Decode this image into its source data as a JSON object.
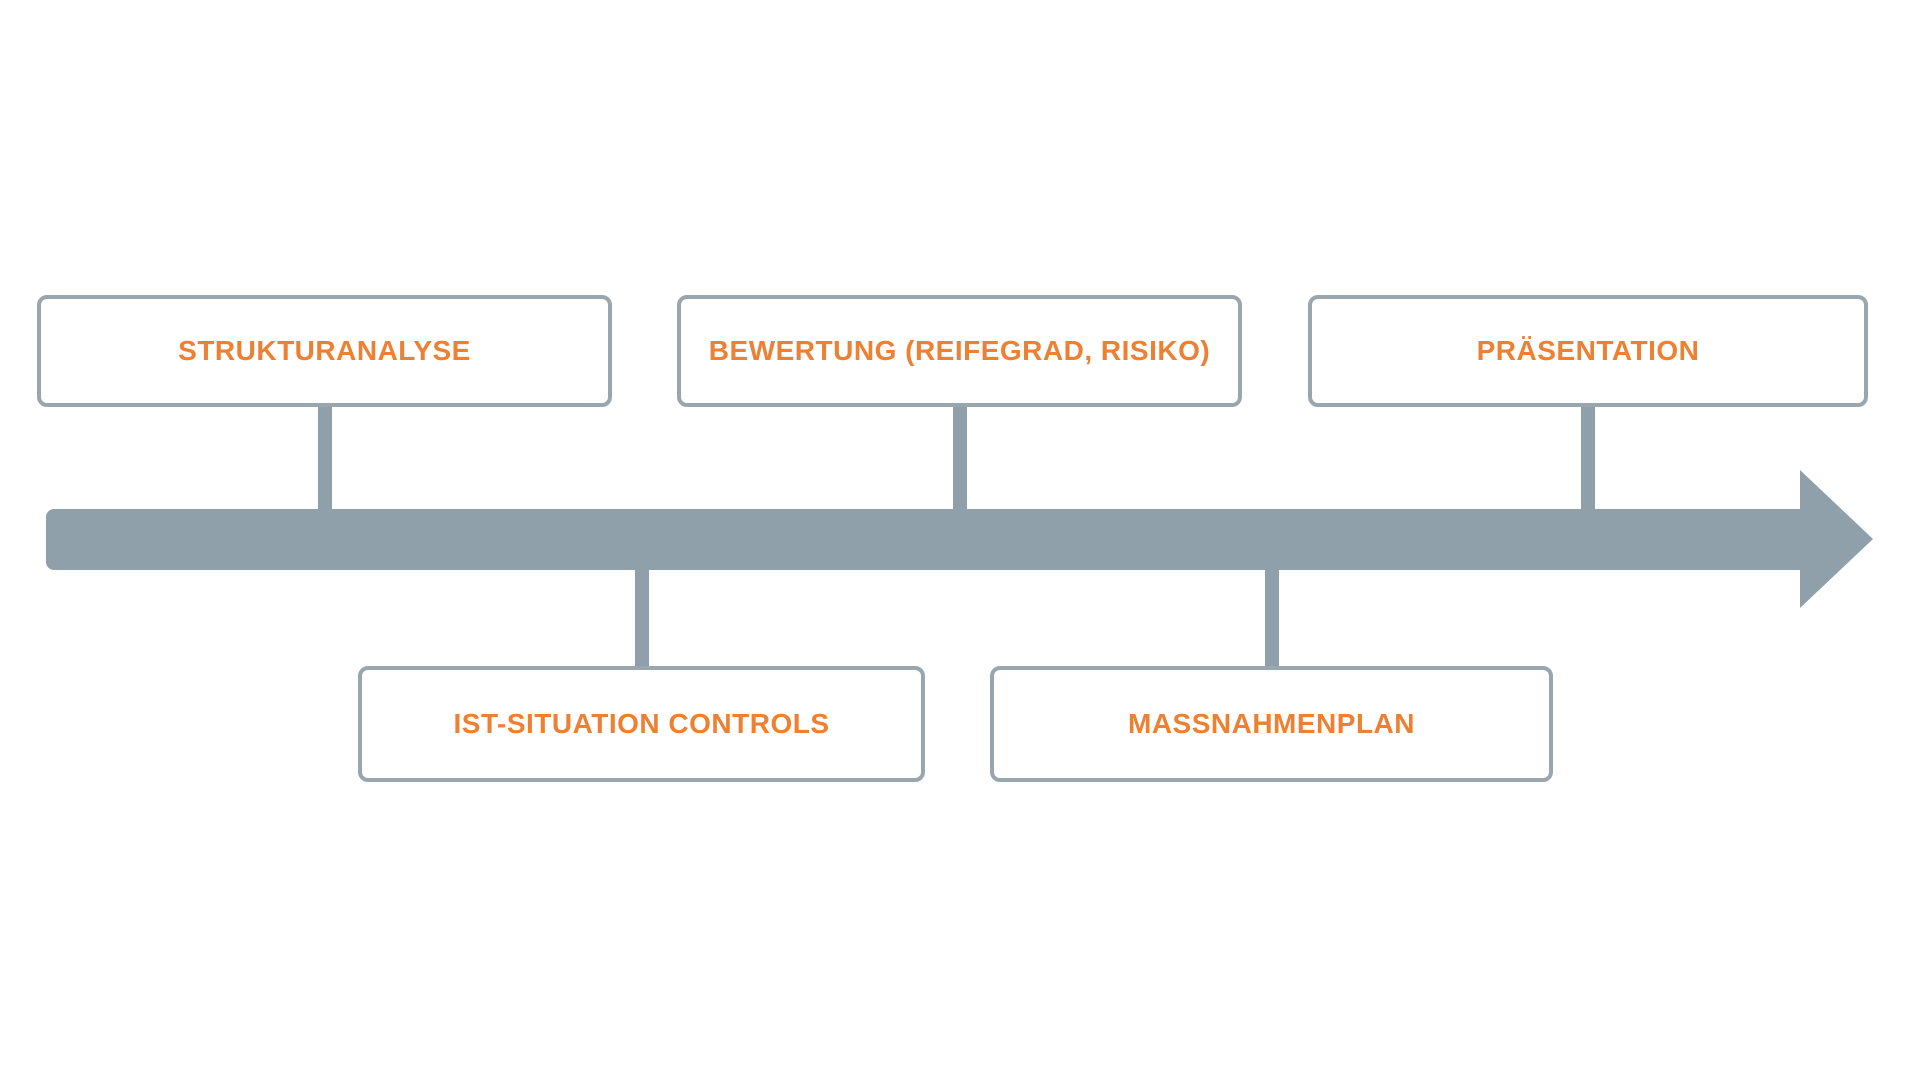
{
  "diagram": {
    "type": "horizontal-timeline",
    "direction": "left-to-right",
    "steps": [
      {
        "label": "STRUKTURANALYSE",
        "side": "top",
        "order": 1
      },
      {
        "label": "IST-SITUATION CONTROLS",
        "side": "bottom",
        "order": 2
      },
      {
        "label": "BEWERTUNG (REIFEGRAD, RISIKO)",
        "side": "top",
        "order": 3
      },
      {
        "label": "MASSNAHMENPLAN",
        "side": "bottom",
        "order": 4
      },
      {
        "label": "PRÄSENTATION",
        "side": "top",
        "order": 5
      }
    ],
    "colors": {
      "label_text": "#ED8032",
      "box_border": "#9AA6AE",
      "box_fill": "#FFFFFF",
      "arrow": "#8FA0AB",
      "background": "#FFFFFF"
    }
  }
}
